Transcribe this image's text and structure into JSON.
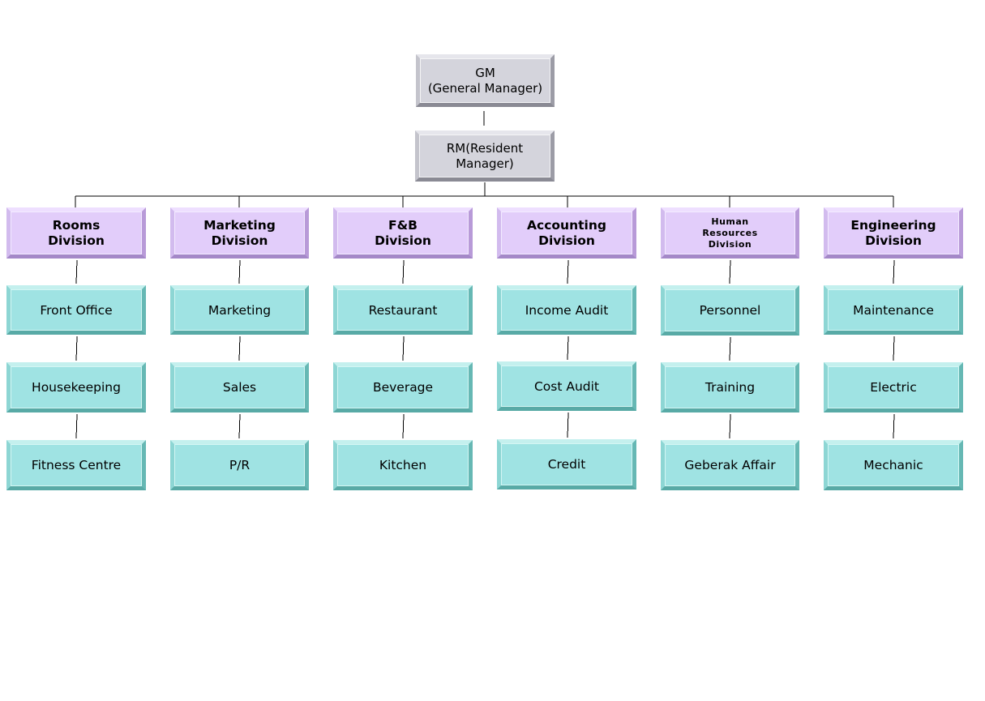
{
  "chart_data": {
    "type": "org-chart",
    "root": {
      "lines": [
        "GM",
        "(General Manager)"
      ],
      "child": {
        "lines": [
          "RM(Resident",
          "Manager)"
        ]
      }
    },
    "divisions": [
      {
        "lines": [
          "Rooms",
          "Division"
        ],
        "units": [
          "Front Office",
          "Housekeeping",
          "Fitness Centre"
        ]
      },
      {
        "lines": [
          "Marketing",
          "Division"
        ],
        "units": [
          "Marketing",
          "Sales",
          "P/R"
        ]
      },
      {
        "lines": [
          "F&B",
          "Division"
        ],
        "units": [
          "Restaurant",
          "Beverage",
          "Kitchen"
        ]
      },
      {
        "lines": [
          "Accounting",
          "Division"
        ],
        "units": [
          "Income Audit",
          "Cost Audit",
          "Credit"
        ]
      },
      {
        "lines": [
          "Human",
          "Resources",
          "Division"
        ],
        "units": [
          "Personnel",
          "Training",
          "Geberak Affair"
        ]
      },
      {
        "lines": [
          "Engineering",
          "Division"
        ],
        "units": [
          "Maintenance",
          "Electric",
          "Mechanic"
        ]
      }
    ]
  },
  "colors": {
    "executive_fill": "#d4d4dc",
    "division_fill": "#e2cdfa",
    "unit_fill": "#9fe3e3",
    "connector": "#000000"
  }
}
